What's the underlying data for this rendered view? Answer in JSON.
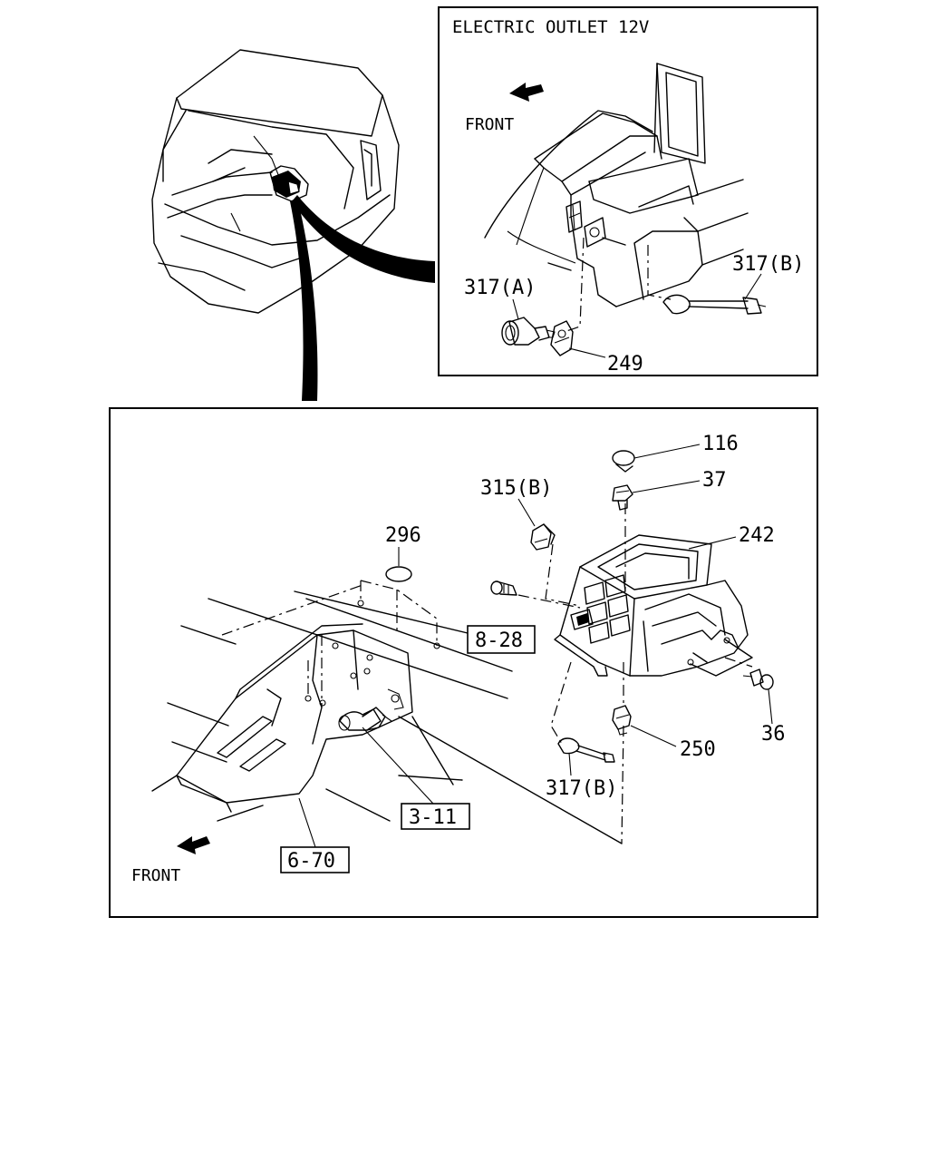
{
  "inset": {
    "title": "ELECTRIC OUTLET 12V",
    "front_label": "FRONT",
    "callouts": {
      "c317a": "317(A)",
      "c317b": "317(B)",
      "c249": "249"
    }
  },
  "main": {
    "front_label": "FRONT",
    "callouts": {
      "c116": "116",
      "c37": "37",
      "c315b": "315(B)",
      "c242": "242",
      "c296": "296",
      "c36": "36",
      "c250": "250",
      "c317b": "317(B)"
    },
    "refs": {
      "r828": "8-28",
      "r311": "3-11",
      "r670": "6-70"
    }
  }
}
